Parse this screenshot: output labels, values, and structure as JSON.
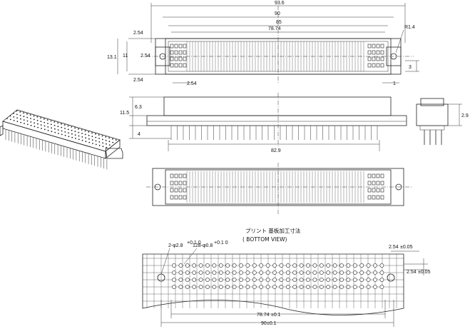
{
  "top_view": {
    "dims": {
      "overall": "93.6",
      "mount": "90",
      "inner": "85",
      "pitch_span": "78.74",
      "radius": "R1.4",
      "height_total": "13.1",
      "height_body": "11",
      "row_spacing": "2.54",
      "top_offset": "2.54",
      "bottom_offset": "2.54",
      "pin_offset": "2.54",
      "hole_dim": "3",
      "edge": "1"
    }
  },
  "front_view": {
    "dims": {
      "height": "11.5",
      "upper": "6.3",
      "pin_length": "4",
      "width": "82.9"
    }
  },
  "side_view": {
    "dims": {
      "height": "2.9"
    }
  },
  "pcb_layout": {
    "title_jp": "プリント 基板加工寸法",
    "title_en": "( BOTTOM VIEW)",
    "mount_hole_label": "2-φ2.8",
    "mount_hole_tol": "+0.1 0",
    "pin_hole_label": "128-φ0.8",
    "pin_hole_tol": "+0.1 0",
    "dim_right_top": "2.54",
    "dim_right_top_tol": "±0.05",
    "dim_right_side": "2.54",
    "dim_right_side_tol": "±0.05",
    "dim_span": "78.74",
    "dim_span_tol": "±0.1",
    "dim_overall": "90",
    "dim_overall_tol": "±0.1"
  }
}
